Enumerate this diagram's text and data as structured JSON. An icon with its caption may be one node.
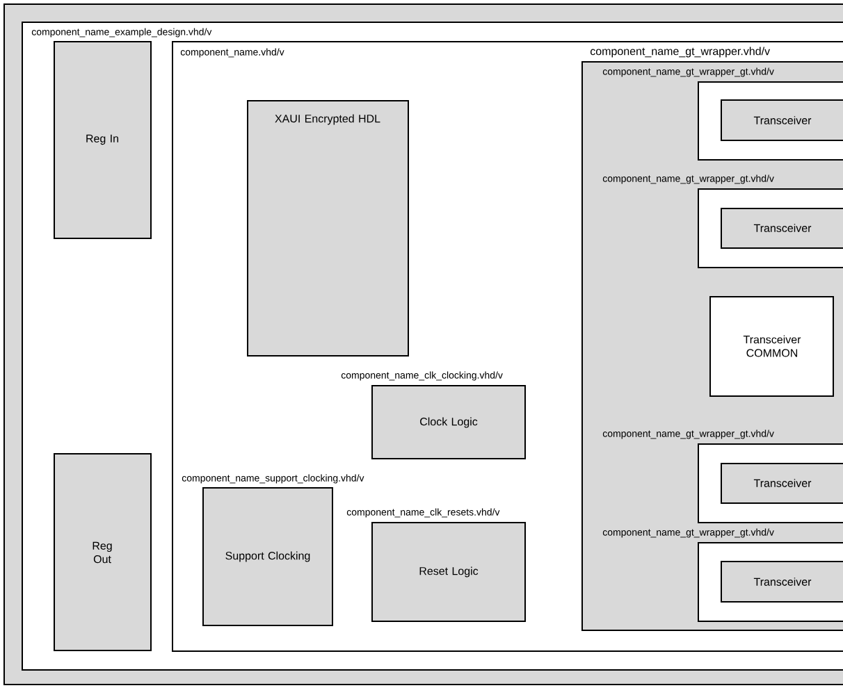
{
  "diagram": {
    "nodes": [
      {
        "text": [],
        "shape": "box"
      },
      {
        "text": [
          "component_name_example_design.vhd/v"
        ],
        "in": 0
      },
      {
        "text": [
          "Reg In"
        ],
        "in": 1
      },
      {
        "text": [
          "Reg Out"
        ],
        "in": 1
      },
      {
        "text": [
          "component_name.vhd/v"
        ],
        "in": 1
      },
      {
        "text": [
          "XAUI Encrypted HDL"
        ],
        "in": 4
      },
      {
        "text": [
          "component_name_clk_clocking.vhd/v",
          "Clock Logic"
        ],
        "in": 4
      },
      {
        "text": [
          "component_name_support_clocking.vhd/v",
          "Support Clocking"
        ],
        "in": 4
      },
      {
        "text": [
          "component_name_clk_resets.vhd/v",
          "Reset Logic"
        ],
        "in": 4
      },
      {
        "text": [
          "component_name_gt_wrapper.vhd/v"
        ],
        "in": 4
      },
      {
        "text": [
          "component_name_gt_wrapper_gt.vhd/v"
        ],
        "in": 9
      },
      {
        "text": [
          "Transceiver"
        ],
        "in": 10
      },
      {
        "text": [
          "component_name_gt_wrapper_gt.vhd/v"
        ],
        "in": 9
      },
      {
        "text": [
          "Transceiver"
        ],
        "in": 12
      },
      {
        "text": [
          "Transceiver COMMON"
        ],
        "in": 9
      },
      {
        "text": [
          "component_name_gt_wrapper_gt.vhd/v"
        ],
        "in": 9
      },
      {
        "text": [
          "Transceiver"
        ],
        "in": 15
      },
      {
        "text": [
          "component_name_gt_wrapper_gt.vhd/v"
        ],
        "in": 9
      },
      {
        "text": [
          "Transceiver"
        ],
        "in": 17
      }
    ]
  }
}
